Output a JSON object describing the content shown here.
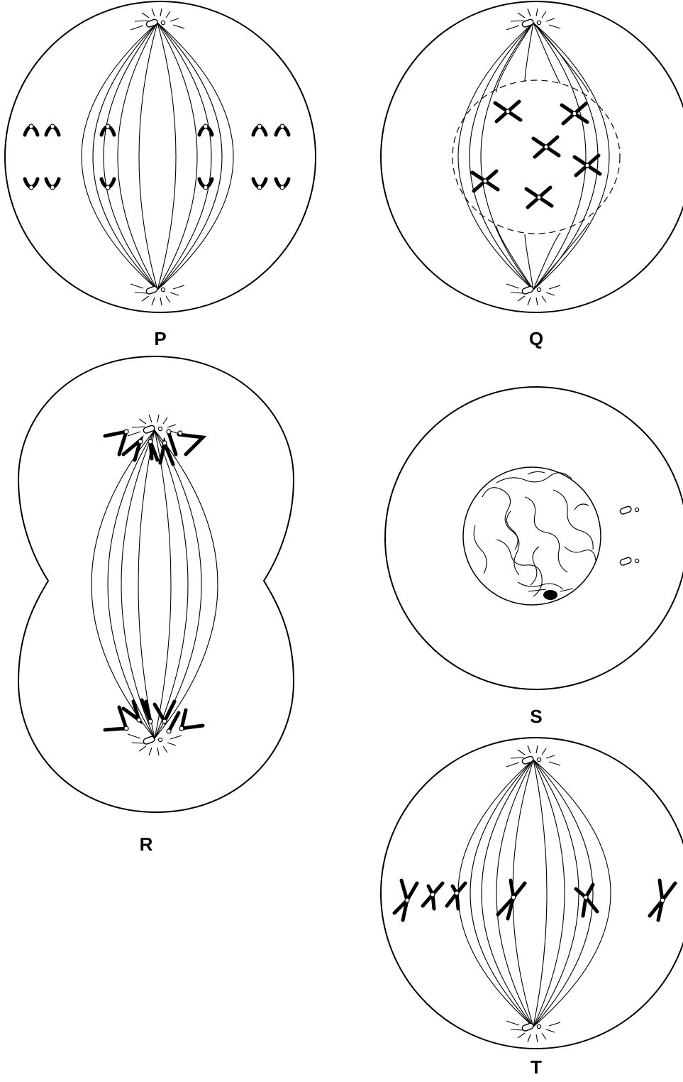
{
  "colors": {
    "ink": "#000000",
    "background": "#ffffff"
  },
  "cells": [
    {
      "label": "P"
    },
    {
      "label": "Q"
    },
    {
      "label": "R"
    },
    {
      "label": "S"
    },
    {
      "label": "T"
    }
  ]
}
